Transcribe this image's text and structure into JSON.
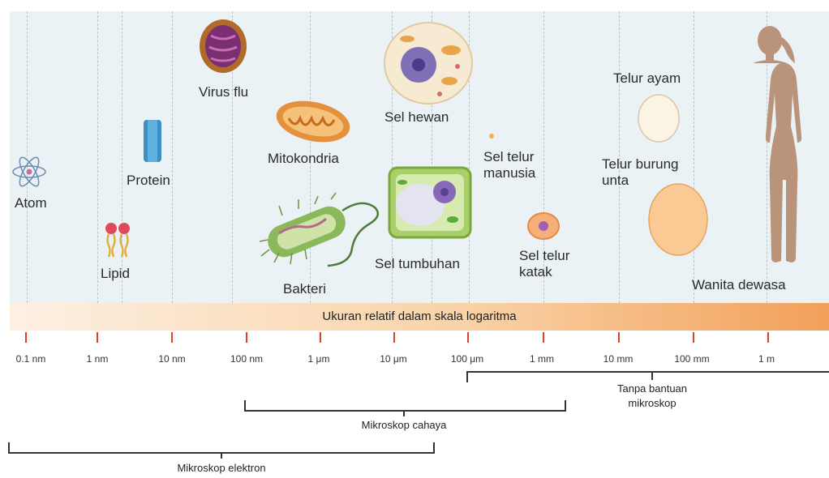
{
  "items": {
    "atom": "Atom",
    "lipid": "Lipid",
    "protein": "Protein",
    "virus": "Virus flu",
    "mitochondria": "Mitokondria",
    "bacteria": "Bakteri",
    "animal_cell": "Sel hewan",
    "plant_cell": "Sel tumbuhan",
    "human_egg": "Sel telur\nmanusia",
    "frog_egg": "Sel telur\nkatak",
    "chicken_egg": "Telur ayam",
    "ostrich_egg": "Telur burung\nunta",
    "woman": "Wanita dewasa"
  },
  "scale": {
    "title": "Ukuran relatif dalam skala logaritma",
    "ticks": [
      "0.1 nm",
      "1 nm",
      "10 nm",
      "100 nm",
      "1 μm",
      "10 μm",
      "100 μm",
      "1 mm",
      "10 mm",
      "100 mm",
      "1 m"
    ]
  },
  "ranges": {
    "naked_eye": "Tanpa bantuan\nmikroskop",
    "light_microscope": "Mikroskop cahaya",
    "electron_microscope": "Mikroskop elektron"
  },
  "colors": {
    "panel": "#eaf2f6",
    "tick": "#d9442a",
    "bar_start": "#fdf0e3",
    "bar_end": "#f2a05a"
  }
}
